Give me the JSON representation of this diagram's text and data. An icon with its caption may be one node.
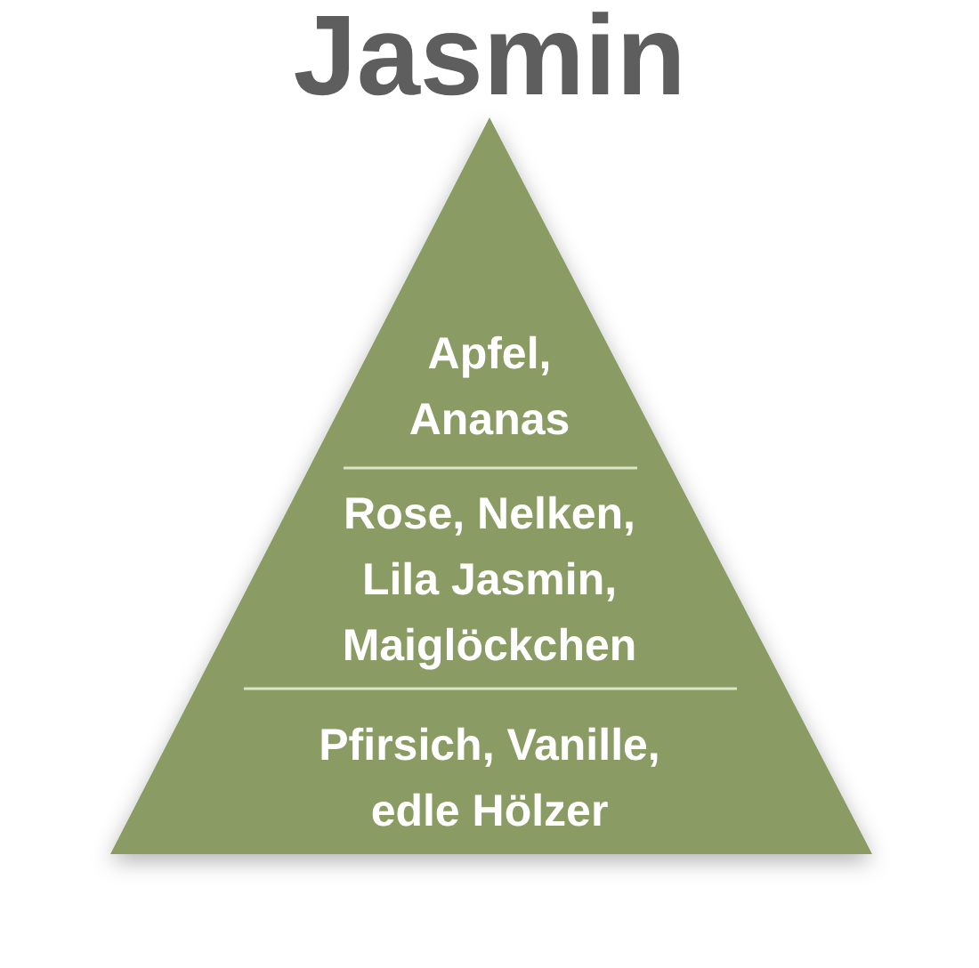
{
  "diagram": {
    "title": "Jasmin",
    "nodes": [
      {
        "text": [
          "Apfel, Ananas",
          "Rose, Nelken, Lila Jasmin, Maiglöckchen",
          "Pfirsich, Vanille, edle Hölzer"
        ]
      }
    ]
  }
}
